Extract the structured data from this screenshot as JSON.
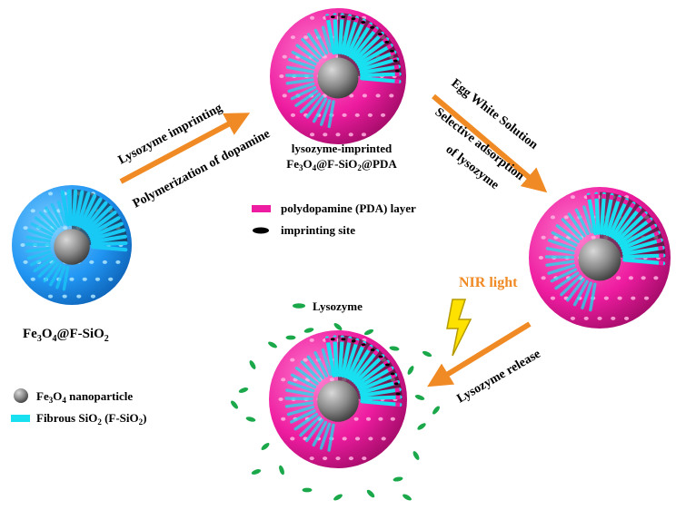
{
  "particles": {
    "start": {
      "label_parts": [
        "Fe",
        "3",
        "O",
        "4",
        "@F-SiO",
        "2"
      ]
    },
    "imprinted": {
      "label_line1": "lysozyme-imprinted",
      "label_line2_parts": [
        "Fe",
        "3",
        "O",
        "4",
        "@F-SiO",
        "2",
        "@PDA"
      ]
    }
  },
  "steps": {
    "step1": {
      "line1": "Lysozyme imprinting",
      "line2": "Polymerization of dopamine"
    },
    "step2": {
      "line1": "Egg White Solution",
      "line2": "Selective adsorption",
      "line3": "of lysozyme"
    },
    "step3": {
      "trigger": "NIR light",
      "label": "Lysozyme release"
    }
  },
  "legend_left": [
    {
      "icon": "gray-sphere-icon",
      "parts": [
        "Fe",
        "3",
        "O",
        "4",
        " nanoparticle"
      ]
    },
    {
      "icon": "cyan-bar-icon",
      "parts": [
        "Fibrous SiO",
        "2",
        " (F-SiO",
        "2",
        ")"
      ]
    }
  ],
  "legend_center": [
    {
      "icon": "magenta-bar-icon",
      "text": "polydopamine (PDA) layer"
    },
    {
      "icon": "black-ellipse-icon",
      "text": "imprinting site"
    }
  ],
  "legend_lysozyme": {
    "icon": "green-ellipse-icon",
    "text": "Lysozyme"
  },
  "colors": {
    "shell_blue": "#2196f3",
    "fiber_cyan": "#19e0f0",
    "pda_magenta": "#ee1ca0",
    "core_gray": "#8a8a8a",
    "arrow_orange": "#f08a24",
    "lysozyme_green": "#1aa84a",
    "bolt_yellow": "#ffe100"
  }
}
